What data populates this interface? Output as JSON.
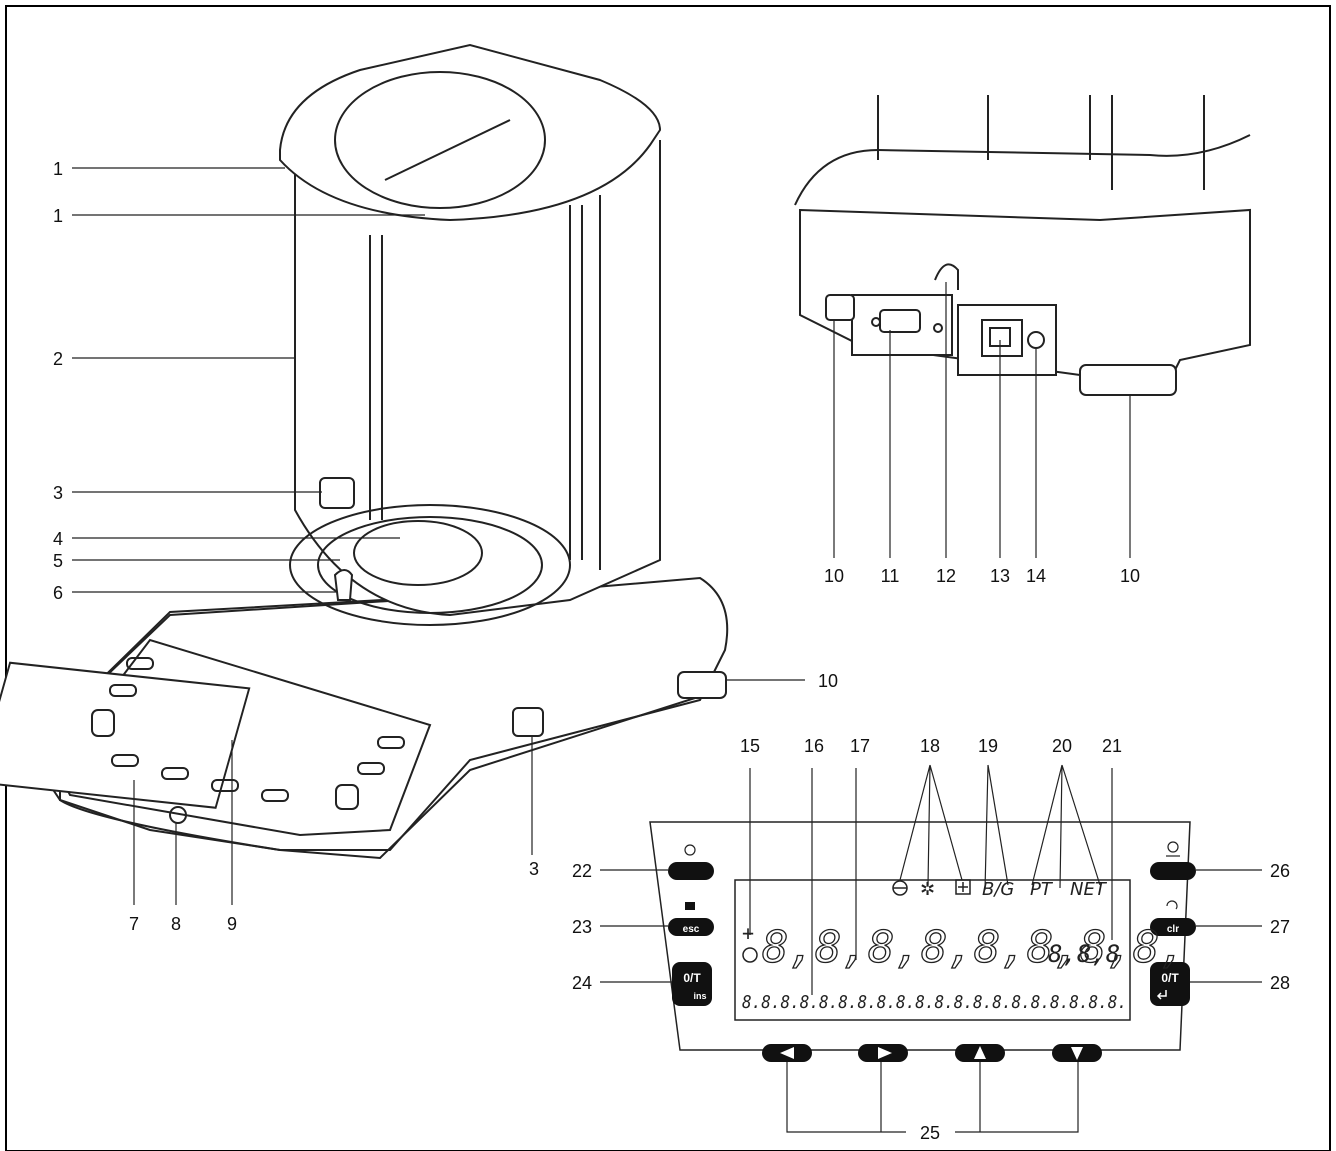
{
  "callouts": {
    "c1a": "1",
    "c1b": "1",
    "c2": "2",
    "c3a": "3",
    "c4": "4",
    "c5": "5",
    "c6": "6",
    "c7": "7",
    "c8": "8",
    "c9": "9",
    "c3b": "3",
    "c10a": "10",
    "c10b": "10",
    "c11": "11",
    "c12": "12",
    "c13": "13",
    "c14": "14",
    "c10c": "10",
    "c15": "15",
    "c16": "16",
    "c17": "17",
    "c18": "18",
    "c19": "19",
    "c20": "20",
    "c21": "21",
    "c22": "22",
    "c23": "23",
    "c24": "24",
    "c25": "25",
    "c26": "26",
    "c27": "27",
    "c28": "28"
  },
  "keys": {
    "esc": "esc",
    "clr": "clr",
    "tare_left_top": "0/T",
    "tare_left_bottom": "ins",
    "tare_right_top": "0/T"
  },
  "display": {
    "main_digits": "8,8,8,8,8,8,8,8,",
    "unit_digits": "8,8,8",
    "text_line": "8.8.8.8.8.8.8.8.8.8.8.8.8.8.8.8.8.8.8.8.",
    "mode_bg": "B/G",
    "mode_pt": "PT",
    "mode_net": "NET"
  },
  "icons": [
    "power-icon",
    "window-icon",
    "print-icon",
    "refresh-icon",
    "enter-icon",
    "left-arrow-icon",
    "right-arrow-icon",
    "up-arrow-icon",
    "down-arrow-icon",
    "level-icon",
    "stability-icon",
    "calibration-icon"
  ]
}
